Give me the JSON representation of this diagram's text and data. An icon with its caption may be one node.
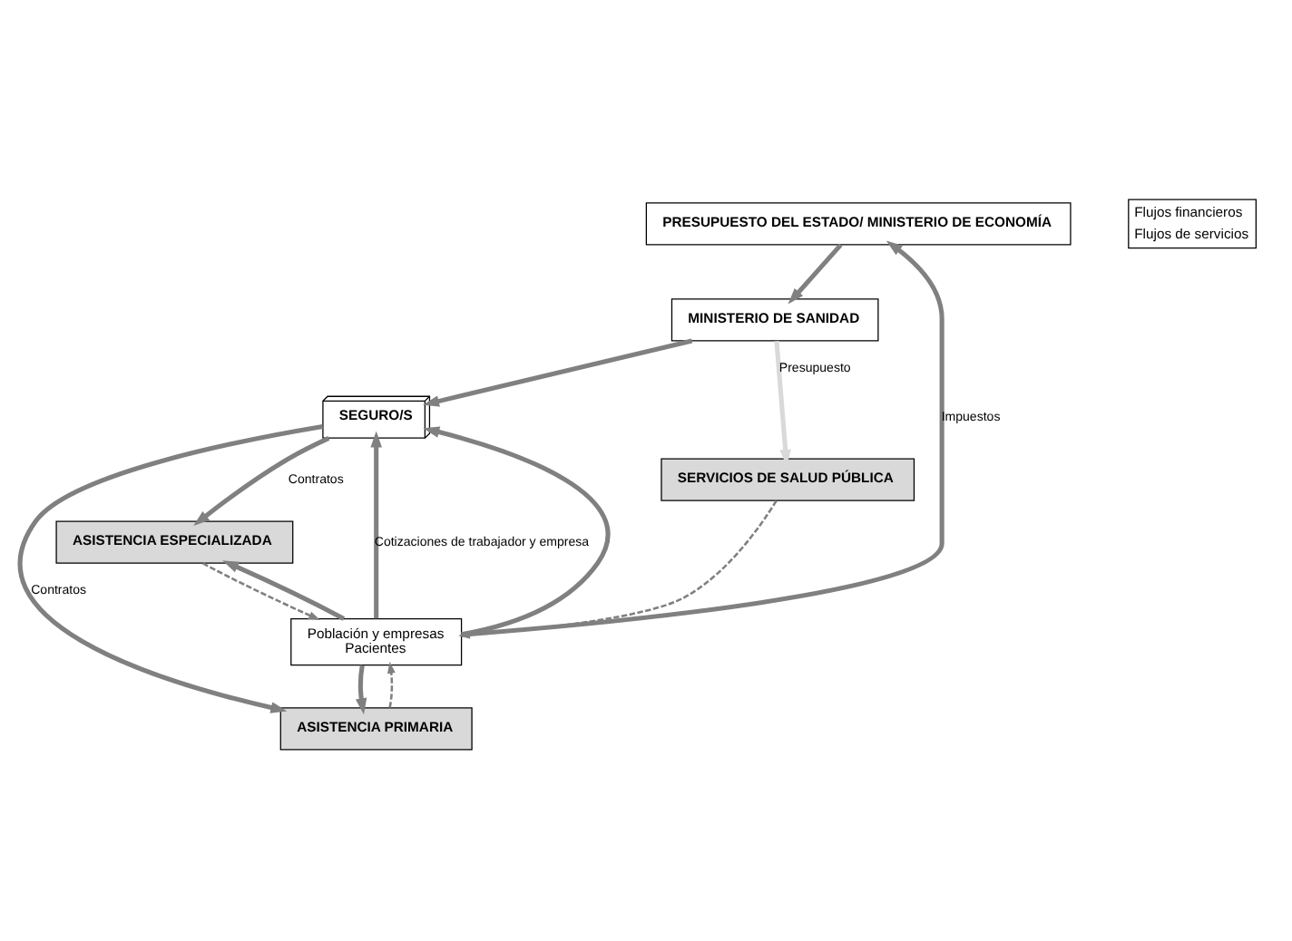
{
  "diagram": {
    "nodes": [
      {
        "text": [
          "PRESUPUESTO DEL ESTADO/ MINISTERIO DE ECONOMÍA"
        ]
      },
      {
        "text": [
          "MINISTERIO DE SANIDAD"
        ]
      },
      {
        "text": [
          "SEGURO/S"
        ]
      },
      {
        "text": [
          "Población y empresas",
          "Pacientes"
        ]
      },
      {
        "text": [
          "ASISTENCIA ESPECIALIZADA"
        ]
      },
      {
        "text": [
          "ASISTENCIA PRIMARIA"
        ]
      },
      {
        "text": [
          "SERVICIOS DE SALUD PÚBLICA"
        ]
      }
    ],
    "edges": [
      {
        "from": 3,
        "to": 0,
        "arrow": "to",
        "label": "Impuestos"
      },
      {
        "from": 0,
        "to": 1,
        "arrow": "to"
      },
      {
        "from": 1,
        "to": 2,
        "arrow": "to"
      },
      {
        "from": 3,
        "to": 2,
        "arrow": "to",
        "label": "Cotizaciones de trabajador y empresa"
      },
      {
        "from": 3,
        "to": 2,
        "arrow": "to"
      },
      {
        "from": 2,
        "to": 4,
        "arrow": "to",
        "label": "Contratos"
      },
      {
        "from": 2,
        "to": 5,
        "arrow": "to",
        "label": "Contratos"
      },
      {
        "from": 1,
        "to": 6,
        "arrow": "to",
        "label": "Presupuesto",
        "color": "#d9d9d9"
      },
      {
        "from": 3,
        "to": 4,
        "arrow": "to"
      },
      {
        "from": 3,
        "to": 5,
        "arrow": "to"
      },
      {
        "from": 4,
        "to": 3,
        "arrow": "to",
        "style": "dashed"
      },
      {
        "from": 5,
        "to": 3,
        "arrow": "to",
        "style": "dashed"
      },
      {
        "from": 6,
        "to": 3,
        "arrow": "to",
        "style": "dashed"
      }
    ],
    "legend": [
      {
        "text": "Flujos financieros"
      },
      {
        "text": "Flujos de servicios"
      }
    ]
  }
}
